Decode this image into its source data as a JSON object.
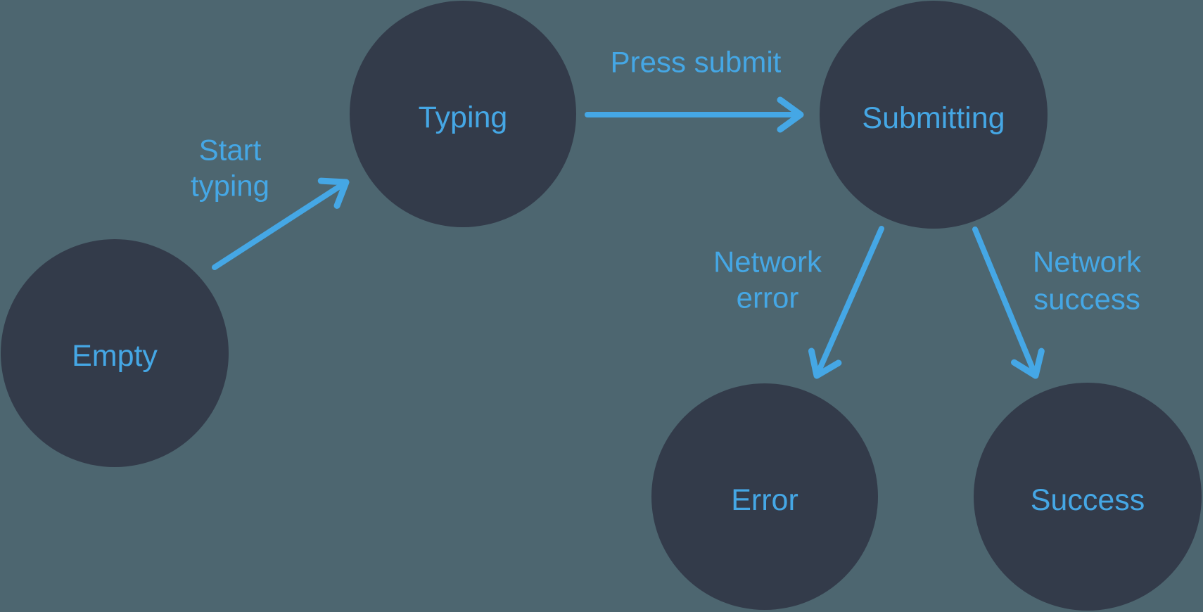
{
  "colors": {
    "background": "#4D6670",
    "node_fill": "#333B4A",
    "accent": "#45A7E5"
  },
  "nodes": [
    {
      "id": "empty",
      "label": "Empty"
    },
    {
      "id": "typing",
      "label": "Typing"
    },
    {
      "id": "submitting",
      "label": "Submitting"
    },
    {
      "id": "error",
      "label": "Error"
    },
    {
      "id": "success",
      "label": "Success"
    }
  ],
  "edges": [
    {
      "id": "start-typing",
      "from": "Empty",
      "to": "Typing",
      "label_lines": [
        "Start",
        "typing"
      ]
    },
    {
      "id": "press-submit",
      "from": "Typing",
      "to": "Submitting",
      "label_lines": [
        "Press submit"
      ]
    },
    {
      "id": "network-error",
      "from": "Submitting",
      "to": "Error",
      "label_lines": [
        "Network",
        "error"
      ]
    },
    {
      "id": "network-success",
      "from": "Submitting",
      "to": "Success",
      "label_lines": [
        "Network",
        "success"
      ]
    }
  ]
}
